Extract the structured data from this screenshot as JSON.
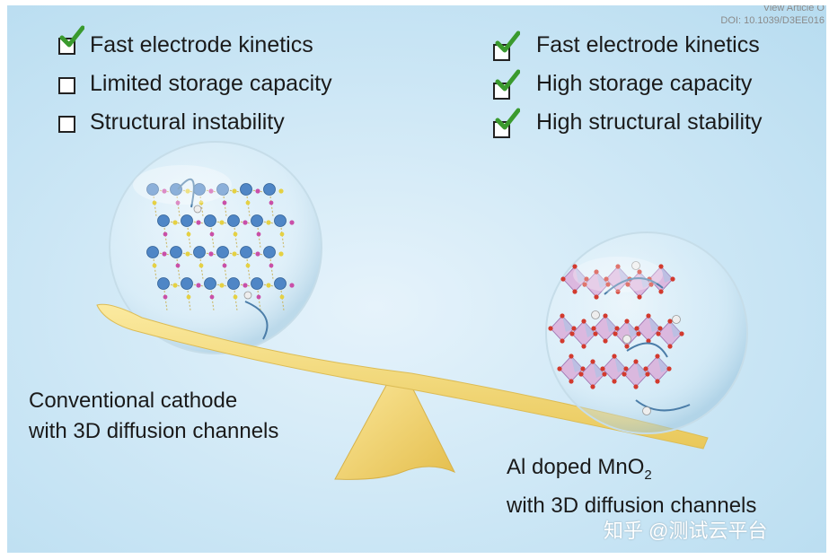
{
  "header": {
    "view_article": "View Article O",
    "doi": "DOI: 10.1039/D3EE016"
  },
  "left_list": [
    {
      "label": "Fast electrode kinetics",
      "checked": true
    },
    {
      "label": "Limited storage capacity",
      "checked": false
    },
    {
      "label": "Structural instability",
      "checked": false
    }
  ],
  "right_list": [
    {
      "label": "Fast electrode kinetics",
      "checked": true
    },
    {
      "label": "High storage capacity",
      "checked": true
    },
    {
      "label": "High structural stability",
      "checked": true
    }
  ],
  "left_caption": {
    "line1": "Conventional cathode",
    "line2": "with 3D diffusion channels"
  },
  "right_caption": {
    "line1_prefix": "Al doped MnO",
    "line1_subscript": "2",
    "line2": "with 3D diffusion channels"
  },
  "watermark": "知乎 @测试云平台",
  "colors": {
    "check_green": "#3a9a2e",
    "beam_yellow": "#f4dc78",
    "atom_blue": "#4f86c6",
    "octahedron_pink": "#d9a6d6",
    "oxygen_red": "#d23a2e"
  }
}
